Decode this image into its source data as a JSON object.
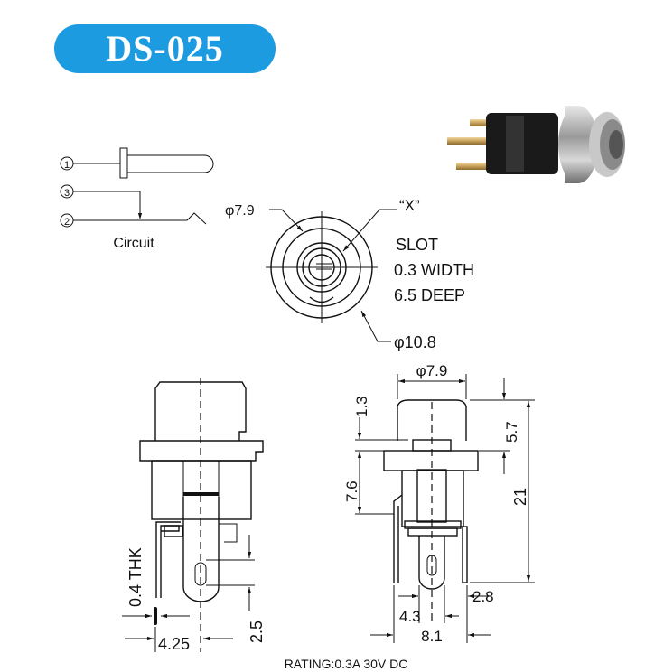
{
  "title": "DS-025",
  "circuit": {
    "pins": [
      "1",
      "3",
      "2"
    ],
    "label": "Circuit"
  },
  "front_view": {
    "inner_diameter": "φ7.9",
    "outer_diameter": "φ10.8",
    "x_label": "“X”",
    "slot_lines": [
      "SLOT",
      "0.3 WIDTH",
      "6.5 DEEP"
    ]
  },
  "side_view": {
    "thickness": "0.4 THK",
    "dim_4_25": "4.25",
    "dim_2_5": "2.5"
  },
  "rear_view": {
    "diameter": "φ7.9",
    "dim_1_3": "1.3",
    "dim_7_6": "7.6",
    "dim_5_7": "5.7",
    "dim_21": "21",
    "dim_2_8": "2.8",
    "dim_4_3": "4.3",
    "dim_8_1": "8.1"
  },
  "rating": "RATING:0.3A 30V DC",
  "colors": {
    "accent": "#1d9be0"
  }
}
